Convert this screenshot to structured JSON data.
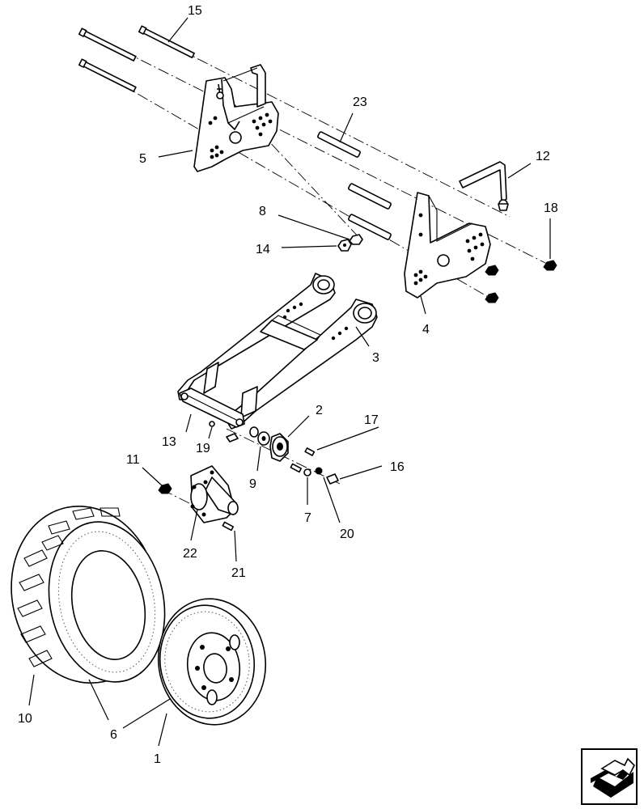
{
  "diagram": {
    "callouts": {
      "c1": "1",
      "c2": "2",
      "c3": "3",
      "c4": "4",
      "c5": "5",
      "c6": "6",
      "c7": "7",
      "c8": "8",
      "c9": "9",
      "c10": "10",
      "c11": "11",
      "c12": "12",
      "c13": "13",
      "c14": "14",
      "c15": "15",
      "c16": "16",
      "c17": "17",
      "c18": "18",
      "c19": "19",
      "c20": "20",
      "c21": "21",
      "c22": "22",
      "c23": "23"
    },
    "nav_icon": "next-page-arrow-icon"
  }
}
